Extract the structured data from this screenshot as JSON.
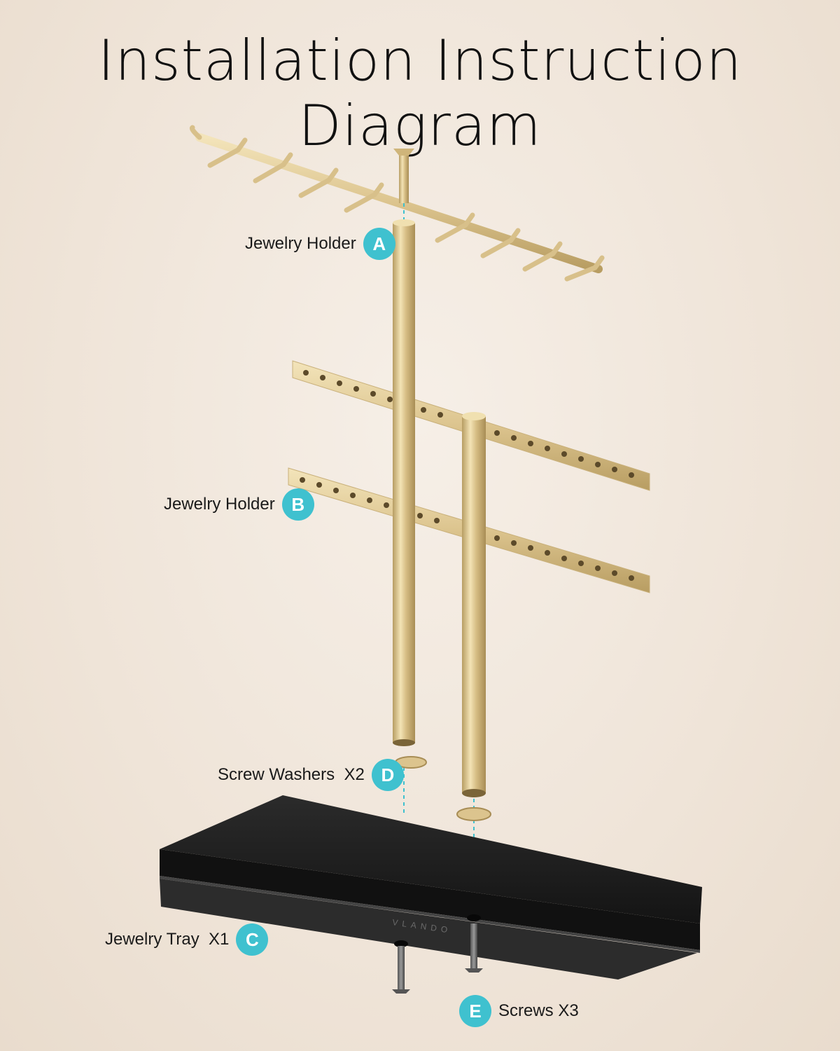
{
  "title": "Installation Instruction Diagram",
  "colors": {
    "accent": "#3fc1cf",
    "gold": "#d8c08a",
    "tray": "#1f1f1f",
    "background": "#f2e8dd"
  },
  "brand_text": "VLANDO",
  "parts": {
    "a": {
      "badge": "A",
      "label": "Jewelry Holder"
    },
    "b": {
      "badge": "B",
      "label": "Jewelry Holder"
    },
    "c": {
      "badge": "C",
      "label": "Jewelry Tray  X1"
    },
    "d": {
      "badge": "D",
      "label": "Screw Washers  X2"
    },
    "e": {
      "badge": "E",
      "label": "Screws X3"
    }
  }
}
